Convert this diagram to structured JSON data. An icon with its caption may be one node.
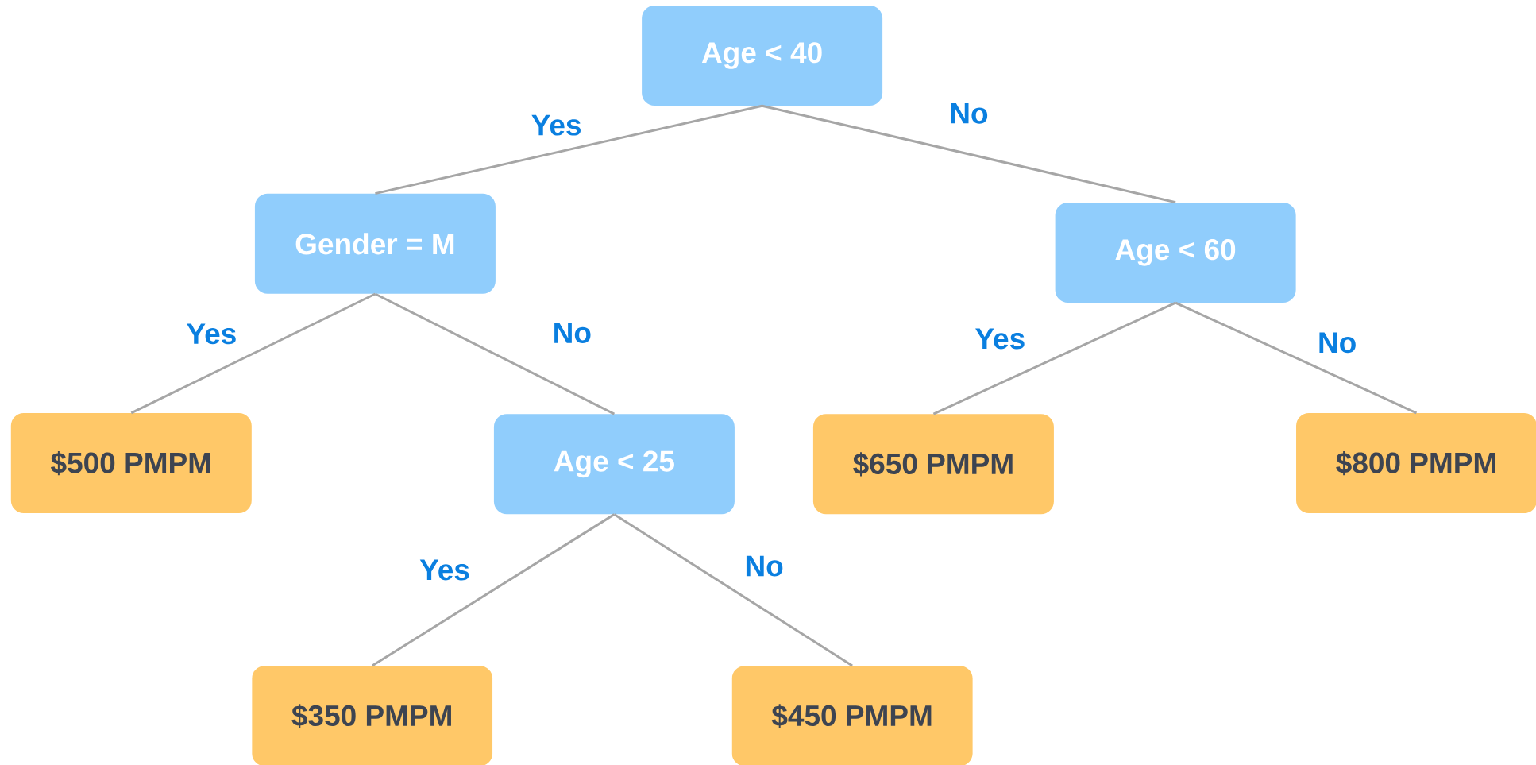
{
  "diagram": {
    "nodes": [
      {
        "text": [
          "Age < 40"
        ]
      },
      {
        "text": [
          "Gender = M"
        ]
      },
      {
        "text": [
          "Age < 60"
        ]
      },
      {
        "text": [
          "$500 PMPM"
        ]
      },
      {
        "text": [
          "Age < 25"
        ]
      },
      {
        "text": [
          "$650 PMPM"
        ]
      },
      {
        "text": [
          "$800 PMPM"
        ]
      },
      {
        "text": [
          "$350 PMPM"
        ]
      },
      {
        "text": [
          "$450 PMPM"
        ]
      }
    ],
    "edges": [
      {
        "from": 0,
        "to": 1,
        "arrow": "none",
        "label": "Yes"
      },
      {
        "from": 0,
        "to": 2,
        "arrow": "none",
        "label": "No"
      },
      {
        "from": 1,
        "to": 3,
        "arrow": "none",
        "label": "Yes"
      },
      {
        "from": 1,
        "to": 4,
        "arrow": "none",
        "label": "No"
      },
      {
        "from": 2,
        "to": 5,
        "arrow": "none",
        "label": "Yes"
      },
      {
        "from": 2,
        "to": 6,
        "arrow": "none",
        "label": "No"
      },
      {
        "from": 4,
        "to": 7,
        "arrow": "none",
        "label": "Yes"
      },
      {
        "from": 4,
        "to": 8,
        "arrow": "none",
        "label": "No"
      }
    ]
  }
}
